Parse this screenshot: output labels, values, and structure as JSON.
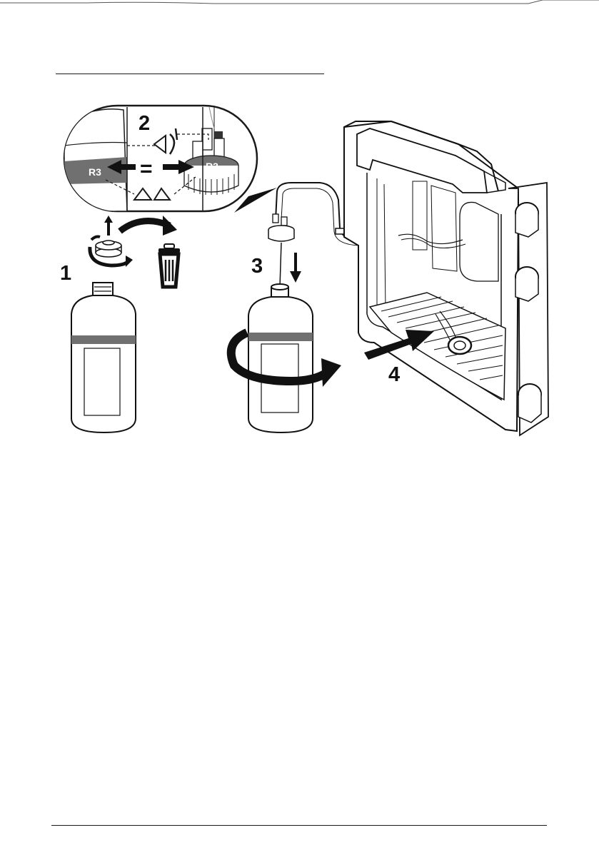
{
  "figure": {
    "steps": [
      "1",
      "2",
      "3",
      "4"
    ],
    "reagent_label_left": "R3",
    "reagent_label_right": "R3",
    "equals_sign": "=",
    "icons": [
      "cap-icon",
      "trash-bin-icon",
      "rotate-arrow-icon",
      "push-arrow-icon",
      "eye-icon",
      "bottle-icon",
      "analyzer-cabinet-icon"
    ]
  },
  "colors": {
    "line": "#1a1a1a",
    "band": "#707070",
    "light_fill": "#f2f2f2",
    "white": "#ffffff"
  }
}
